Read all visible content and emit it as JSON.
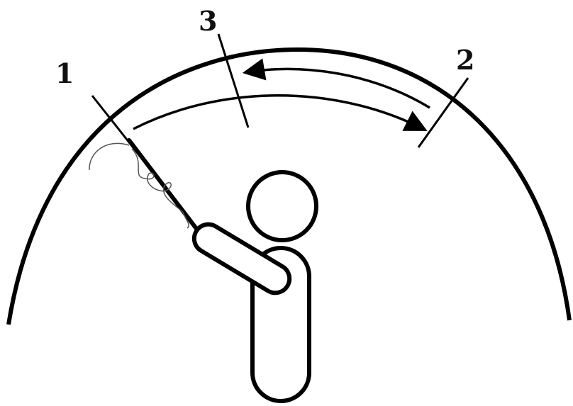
{
  "labels": {
    "position_1": "1",
    "position_2": "2",
    "position_3": "3"
  },
  "colors": {
    "stroke": "#000000",
    "fill": "#ffffff",
    "line_thin": "#555555"
  },
  "icons": [
    "person-figure-icon",
    "rod-icon",
    "line-icon",
    "arrow-icon"
  ]
}
